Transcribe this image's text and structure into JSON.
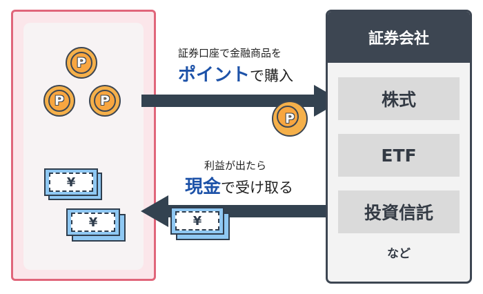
{
  "top_arrow": {
    "line1": "証券口座で金融商品を",
    "emphasis": "ポイント",
    "suffix": "で購入"
  },
  "bottom_arrow": {
    "line1": "利益が出たら",
    "emphasis": "現金",
    "suffix": "で受け取る"
  },
  "coin_label": "P",
  "bill_label": "¥",
  "company": {
    "title": "証券会社",
    "products": [
      "株式",
      "ETF",
      "投資信託"
    ],
    "more": "など"
  },
  "colors": {
    "pink_border": "#e0657a",
    "dark": "#334250",
    "coin": "#f5b04a",
    "bill": "#8fc8f3",
    "emphasis_blue": "#1d52a8"
  }
}
